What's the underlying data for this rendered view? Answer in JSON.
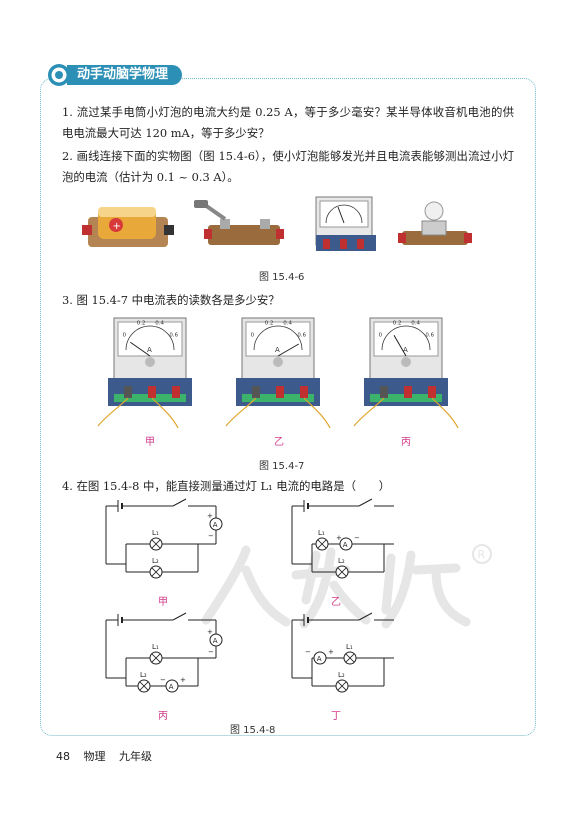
{
  "header": {
    "title": "动手动脑学物理"
  },
  "questions": {
    "q1": "1. 流过某手电筒小灯泡的电流大约是 0.25 A，等于多少毫安？某半导体收音机电池的供电电流最大可达 120 mA，等于多少安？",
    "q2": "2. 画线连接下面的实物图（图 15.4-6），使小灯泡能够发光并且电流表能够测出流过小灯泡的电流（估计为 0.1 ~ 0.3 A）。",
    "q3": "3. 图 15.4-7 中电流表的读数各是多少安？",
    "q4": "4. 在图 15.4-8 中，能直接测量通过灯 L₁ 电流的电路是（　　）"
  },
  "figures": {
    "fig6_caption": "图 15.4-6",
    "fig7_caption": "图 15.4-7",
    "fig8_caption": "图 15.4-8",
    "fig7_labels": [
      "甲",
      "乙",
      "丙"
    ],
    "fig8_labels": [
      "甲",
      "乙",
      "丙",
      "丁"
    ],
    "meter_letter": "A",
    "scale": [
      "0",
      "0.2",
      "0.4",
      "0.6"
    ],
    "lamp1": "L₁",
    "lamp2": "L₂",
    "plus": "+",
    "minus": "−"
  },
  "footer": {
    "page": "48",
    "subject": "物理",
    "grade": "九年级"
  },
  "watermark": "人教版®"
}
